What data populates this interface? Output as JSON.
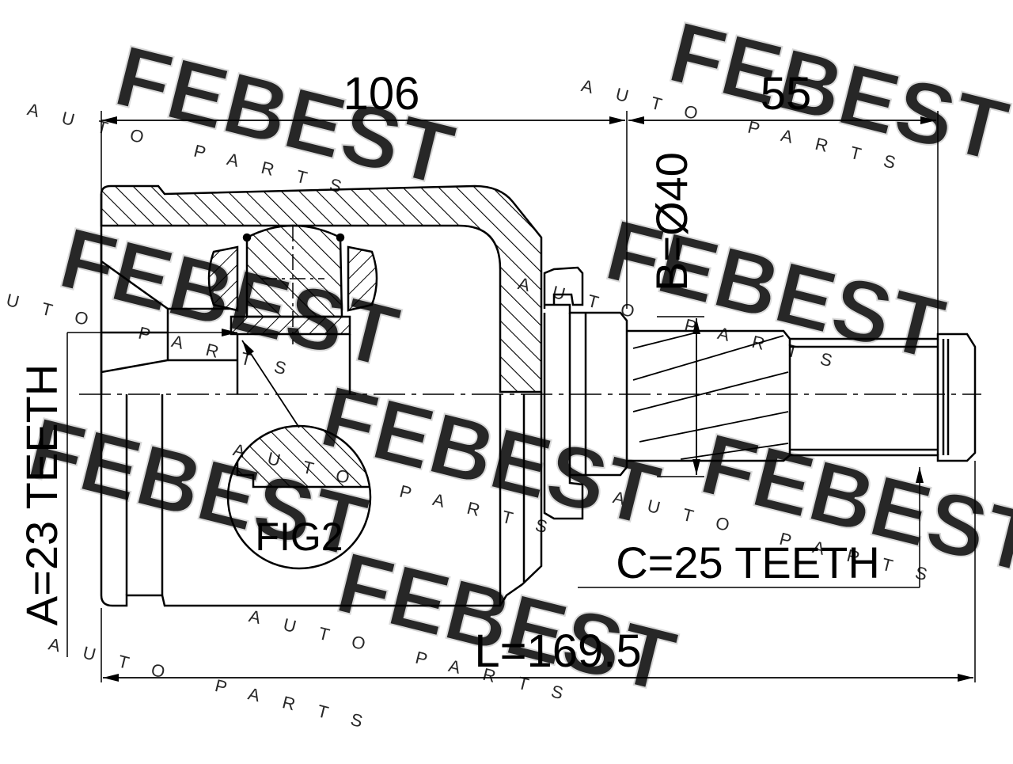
{
  "drawing": {
    "dimensions": {
      "length_106": "106",
      "length_55": "55",
      "diameter_b": "B=Ø40",
      "teeth_a": "A=23 TEETH",
      "teeth_c": "C=25 TEETH",
      "total_length": "L=169.5"
    },
    "detail_label": "FIG2"
  },
  "watermark": {
    "brand": "FEBEST",
    "sub": "AUTO PARTS"
  },
  "colors": {
    "line": "#000000",
    "watermark": "#d7d7d7",
    "background": "#ffffff"
  }
}
